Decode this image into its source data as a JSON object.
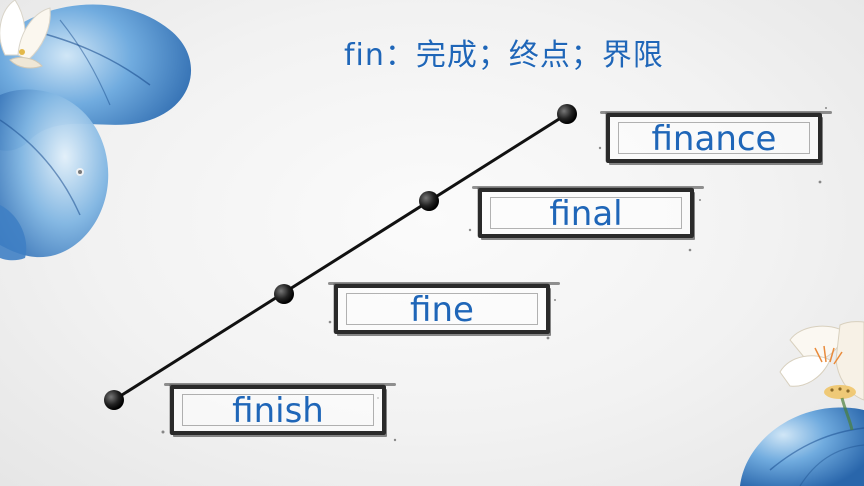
{
  "title": "fin：完成；终点；界限",
  "words": [
    {
      "text": "finish"
    },
    {
      "text": "fine"
    },
    {
      "text": "final"
    },
    {
      "text": "finance"
    }
  ],
  "colors": {
    "text": "#1f66b8",
    "line": "#111111",
    "frame": "#2a2a2a",
    "leaf_light": "#8cc0e8",
    "leaf_dark": "#2b6cb6"
  },
  "icons": [
    "lotus-leaf-icon",
    "lotus-flower-icon",
    "timeline-node-icon"
  ]
}
